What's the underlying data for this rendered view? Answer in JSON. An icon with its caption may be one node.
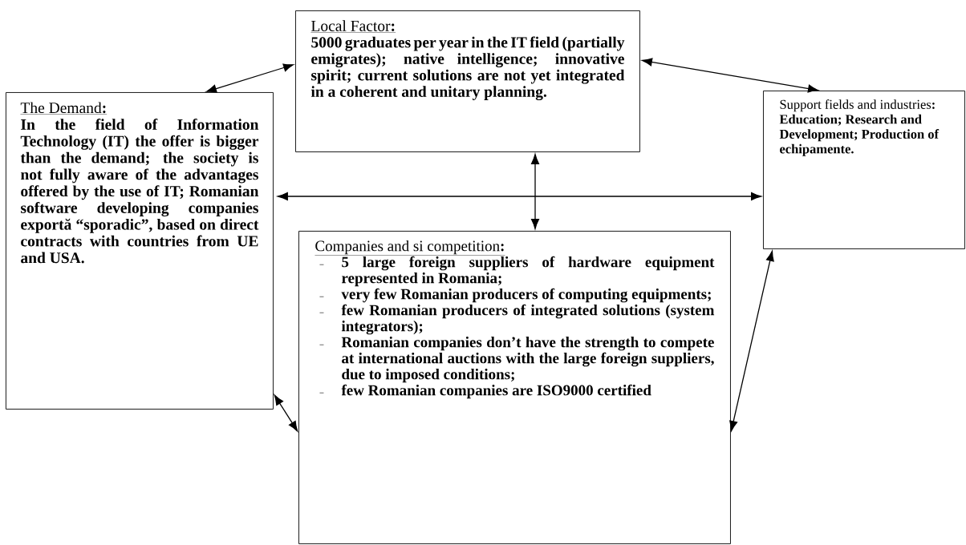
{
  "diagram": {
    "nodes": [
      {
        "text": [
          "Local Factor**:**",
          "5000 graduates per year in the IT field (partially emigrates); native intelligence; innovative spirit; current solutions are not yet integrated in a coherent and unitary planning."
        ]
      },
      {
        "text": [
          "The Demand**:**",
          "In the field of Information Technology (IT) the offer is bigger than the demand; the society is not fully aware of the advantages offered by the use of IT; Romanian software developing companies exportă “sporadic”, based on direct contracts with countries from UE and USA."
        ]
      },
      {
        "text": [
          "Support fields and industries**:**",
          "Education; Research and Development; Production of echipamente."
        ]
      },
      {
        "text": [
          "Companies and si competition**:**",
          "5 large foreign suppliers of hardware equipment represented in Romania;",
          "very few Romanian producers of computing equipments;",
          "few Romanian producers of integrated solutions (system integrators);",
          "Romanian companies don’t have the strength to compete at international auctions with the large foreign suppliers, due to imposed conditions;",
          "few Romanian companies are ISO9000 certified"
        ]
      }
    ],
    "edges": [
      {
        "from": 0,
        "to": 1,
        "arrow": "both"
      },
      {
        "from": 0,
        "to": 2,
        "arrow": "both"
      },
      {
        "from": 1,
        "to": 2,
        "arrow": "both"
      },
      {
        "from": 0,
        "to": 3,
        "arrow": "both"
      },
      {
        "from": 1,
        "to": 3,
        "arrow": "both"
      },
      {
        "from": 3,
        "to": 2,
        "arrow": "both"
      }
    ]
  }
}
